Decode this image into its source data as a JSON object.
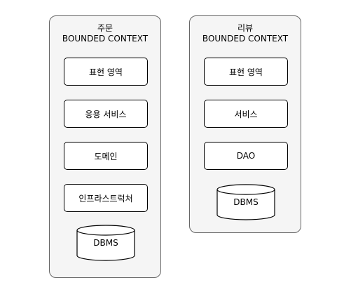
{
  "contexts": [
    {
      "name": "주문",
      "subtitle": "BOUNDED CONTEXT",
      "layers": [
        "표현 영역",
        "응용 서비스",
        "도메인",
        "인프라스트럭처"
      ],
      "database": "DBMS"
    },
    {
      "name": "리뷰",
      "subtitle": "BOUNDED CONTEXT",
      "layers": [
        "표현 영역",
        "서비스",
        "DAO"
      ],
      "database": "DBMS"
    }
  ],
  "colors": {
    "context_fill": "#f5f5f5",
    "context_border": "#666666",
    "box_fill": "#ffffff",
    "box_border": "#000000"
  }
}
